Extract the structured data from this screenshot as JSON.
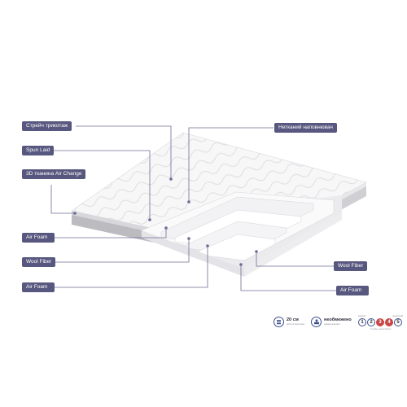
{
  "labels": {
    "knit": "Стрейч трикотаж",
    "spun": "Spun Laid",
    "fabric3d": "3D тканина Air Change",
    "nonwoven": "Нетканий наповнювач",
    "airfoam1": "Air Foam",
    "woolfiber_left": "Wool Fiber",
    "airfoam_left2": "Air Foam",
    "woolfiber_right": "Wool Fiber",
    "airfoam_right": "Air Foam"
  },
  "features": {
    "height_value": "20 см",
    "height_caption": "висота матраца",
    "unlimited_value": "необмежено",
    "unlimited_caption": "навантаження",
    "stiffness_top": [
      "м'який",
      "жорсткий"
    ],
    "stiffness_values": [
      "1",
      "2",
      "3",
      "4",
      "5"
    ],
    "stiffness_active": [
      3,
      4
    ],
    "stiffness_caption": "ступінь жорсткості"
  },
  "colors": {
    "label_bg": "#57577f",
    "leader": "#6d6d94",
    "active": "#c84545"
  }
}
